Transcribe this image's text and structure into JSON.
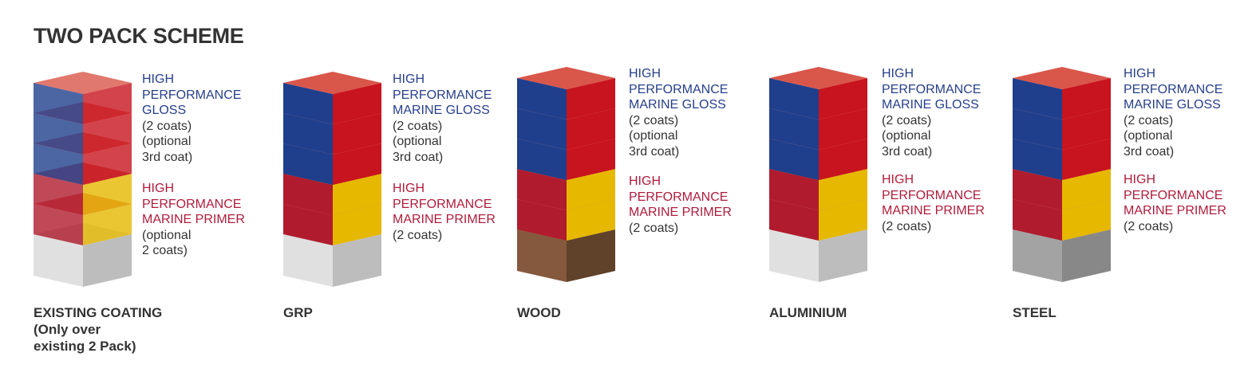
{
  "title": "TWO PACK SCHEME",
  "colors": {
    "gloss_front": "#1f3f8c",
    "gloss_right": "#c8141e",
    "gloss_top": "#d9564a",
    "primer_front": "#b01c2e",
    "primer_right": "#e6b800",
    "primer_top": "#cc3b35",
    "label_blue": "#27408b",
    "label_red": "#b01c3c"
  },
  "schemes": [
    {
      "substrate_lines": [
        "EXISTING COATING",
        "(Only over",
        "existing 2 Pack)"
      ],
      "gloss_lines": [
        "HIGH",
        "PERFORMANCE",
        "GLOSS"
      ],
      "gloss_coats_lines": [
        "(2 coats)",
        "(optional",
        "3rd coat)"
      ],
      "primer_lines": [
        "HIGH",
        "PERFORMANCE",
        "MARINE PRIMER"
      ],
      "primer_coats_lines": [
        "(optional",
        "2 coats)"
      ],
      "base_colors": [
        "#e0e0e0",
        "#bdbdbd",
        "#d2d2d2"
      ],
      "translucent": true
    },
    {
      "substrate_lines": [
        "GRP"
      ],
      "gloss_lines": [
        "HIGH",
        "PERFORMANCE",
        "MARINE GLOSS"
      ],
      "gloss_coats_lines": [
        "(2 coats)",
        "(optional",
        "3rd coat)"
      ],
      "primer_lines": [
        "HIGH",
        "PERFORMANCE",
        "MARINE PRIMER"
      ],
      "primer_coats_lines": [
        "(2 coats)"
      ],
      "base_colors": [
        "#e0e0e0",
        "#bdbdbd",
        "#d2d2d2"
      ],
      "translucent": false
    },
    {
      "substrate_lines": [
        "WOOD"
      ],
      "gloss_lines": [
        "HIGH",
        "PERFORMANCE",
        "MARINE GLOSS"
      ],
      "gloss_coats_lines": [
        "(2 coats)",
        "(optional",
        "3rd coat)"
      ],
      "primer_lines": [
        "HIGH",
        "PERFORMANCE",
        "MARINE PRIMER"
      ],
      "primer_coats_lines": [
        "(2 coats)"
      ],
      "base_colors": [
        "#85593d",
        "#60412a",
        "#6e4a33"
      ],
      "translucent": false
    },
    {
      "substrate_lines": [
        "ALUMINIUM"
      ],
      "gloss_lines": [
        "HIGH",
        "PERFORMANCE",
        "MARINE GLOSS"
      ],
      "gloss_coats_lines": [
        "(2 coats)",
        "(optional",
        "3rd coat)"
      ],
      "primer_lines": [
        "HIGH",
        "PERFORMANCE",
        "MARINE PRIMER"
      ],
      "primer_coats_lines": [
        "(2 coats)"
      ],
      "base_colors": [
        "#e0e0e0",
        "#bdbdbd",
        "#d2d2d2"
      ],
      "translucent": false
    },
    {
      "substrate_lines": [
        "STEEL"
      ],
      "gloss_lines": [
        "HIGH",
        "PERFORMANCE",
        "MARINE GLOSS"
      ],
      "gloss_coats_lines": [
        "(2 coats)",
        "(optional",
        "3rd coat)"
      ],
      "primer_lines": [
        "HIGH",
        "PERFORMANCE",
        "MARINE PRIMER"
      ],
      "primer_coats_lines": [
        "(2 coats)"
      ],
      "base_colors": [
        "#a3a3a3",
        "#888888",
        "#979797"
      ],
      "translucent": false
    }
  ]
}
